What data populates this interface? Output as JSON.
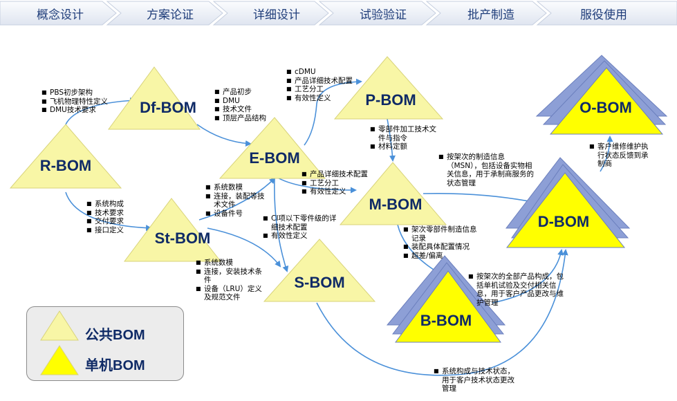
{
  "phases": [
    "概念设计",
    "方案论证",
    "详细设计",
    "试验验证",
    "批产制造",
    "服役使用"
  ],
  "boms": {
    "r": "R-BOM",
    "df": "Df-BOM",
    "e": "E-BOM",
    "p": "P-BOM",
    "st": "St-BOM",
    "m": "M-BOM",
    "s": "S-BOM",
    "b": "B-BOM",
    "d": "D-BOM",
    "o": "O-BOM"
  },
  "notes": {
    "r_df": [
      "PBS初步架构",
      "飞机物理特性定义",
      "DMU技术要求"
    ],
    "r_st": [
      "系统构成",
      "技术要求",
      "交付要求",
      "接口定义"
    ],
    "df_e": [
      "产品初步",
      "DMU",
      "技术文件",
      "顶层产品结构"
    ],
    "e_p": [
      "cDMU",
      "产品详细技术配置",
      "工艺分工",
      "有效性定义"
    ],
    "p_m": [
      "零部件加工技术文件与指令",
      "材料定额"
    ],
    "e_m": [
      "产品详细技术配置",
      "工艺分工",
      "有效性定义"
    ],
    "st_e": [
      "系统数模",
      "连接，装配等技术文件",
      "设备件号"
    ],
    "e_s": [
      "CI项以下零件级的详细技术配置",
      "有效性定义"
    ],
    "st_s": [
      "系统数模",
      "连接，安装技术条件",
      "设备（LRU）定义及规范文件"
    ],
    "m_d": [
      "按架次的制造信息（MSN），包括设备实物相关信息，用于承制商服务的状态管理"
    ],
    "m_b": [
      "架次零部件制造信息记录",
      "装配具体配置情况",
      "超差/偏离"
    ],
    "b_d": [
      "按架次的全部产品构成，包括单机试验及交付相关信息，用于客户产品更改与维护管理"
    ],
    "d_o": [
      "客户维修维护执行状态反馈到承制商"
    ],
    "s_d": [
      "系统构成与技术状态，用于客户技术状态更改管理"
    ]
  },
  "legend": {
    "common": "公共BOM",
    "single": "单机BOM"
  },
  "colors": {
    "common_fill": "#f8f6a6",
    "single_fill": "#ffff00",
    "stack_fill": "#8d9fd6",
    "arrow": "#4a90d9",
    "phase_text": "#1f3d7a"
  }
}
